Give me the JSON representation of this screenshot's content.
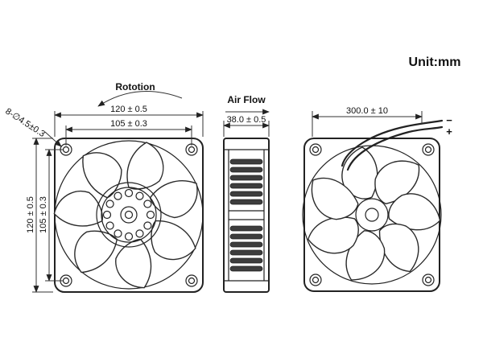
{
  "unit_label": "Unit:mm",
  "labels": {
    "rotation": "Rototion",
    "air_flow": "Air Flow",
    "mount_holes": "8-∅4.5±0.3",
    "wire_minus": "−",
    "wire_plus": "+"
  },
  "dimensions": {
    "width": "120 ± 0.5",
    "mount_width": "105 ± 0.3",
    "height": "120 ± 0.5",
    "mount_height": "105 ± 0.3",
    "depth": "38.0 ± 0.5",
    "wire_length": "300.0 ± 10"
  }
}
